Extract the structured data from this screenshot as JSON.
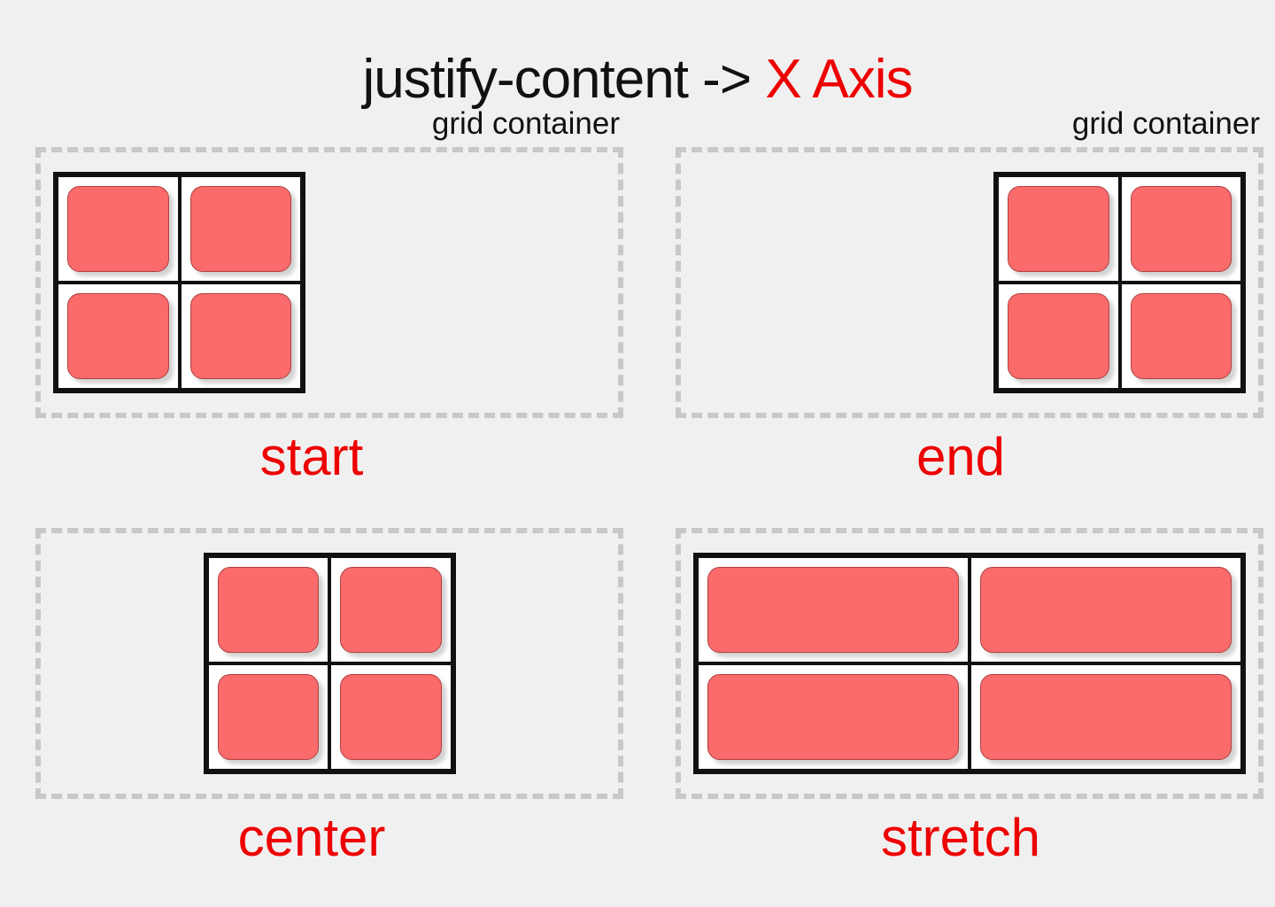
{
  "title": {
    "main": "justify-content -> ",
    "accent": "X Axis",
    "full": "justify-content -> X Axis"
  },
  "colors": {
    "page_background": "#f0f0f0",
    "accent_red": "#ee0000",
    "item_fill": "#fb6b6b",
    "item_border": "#b04040",
    "grid_border": "#111111",
    "container_dash": "#c8c8c8",
    "grid_background": "#ffffff",
    "text": "#111111"
  },
  "container_label": "grid container",
  "panels": [
    {
      "id": "start",
      "caption": "grid container",
      "caption_visible": true,
      "value": "start",
      "justify_content": "start",
      "grid_width": "square",
      "columns": 2,
      "rows": 2,
      "items": [
        "item-1",
        "item-2",
        "item-3",
        "item-4"
      ]
    },
    {
      "id": "end",
      "caption": "grid container",
      "caption_visible": true,
      "value": "end",
      "justify_content": "end",
      "grid_width": "square",
      "columns": 2,
      "rows": 2,
      "items": [
        "item-1",
        "item-2",
        "item-3",
        "item-4"
      ]
    },
    {
      "id": "center",
      "caption": "",
      "caption_visible": false,
      "value": "center",
      "justify_content": "center",
      "grid_width": "square",
      "columns": 2,
      "rows": 2,
      "items": [
        "item-1",
        "item-2",
        "item-3",
        "item-4"
      ]
    },
    {
      "id": "stretch",
      "caption": "",
      "caption_visible": false,
      "value": "stretch",
      "justify_content": "stretch",
      "grid_width": "wide",
      "columns": 2,
      "rows": 2,
      "items": [
        "item-1",
        "item-2",
        "item-3",
        "item-4"
      ]
    }
  ]
}
